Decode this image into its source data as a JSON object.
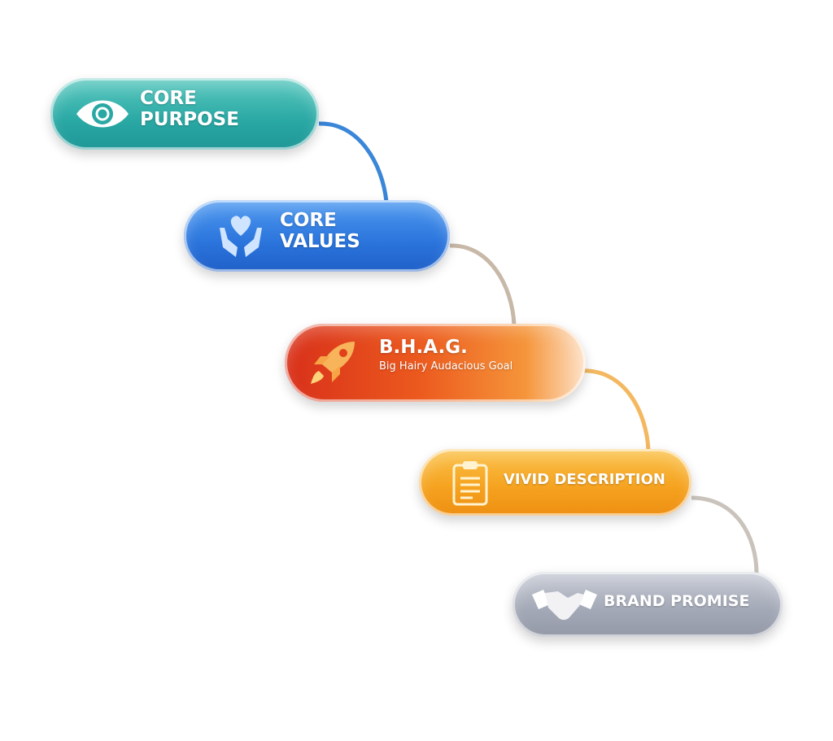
{
  "steps": [
    {
      "title_line1": "CORE",
      "title_line2": "PURPOSE",
      "icon": "eye-icon",
      "color": "#29a8a4"
    },
    {
      "title_line1": "CORE",
      "title_line2": "VALUES",
      "icon": "heart-hands-icon",
      "color": "#2a74dc"
    },
    {
      "title": "B.H.A.G.",
      "subtitle": "Big Hairy Audacious Goal",
      "icon": "rocket-icon",
      "color": "#ec5a1e"
    },
    {
      "title": "VIVID DESCRIPTION",
      "icon": "clipboard-icon",
      "color": "#f5a11e"
    },
    {
      "title": "BRAND PROMISE",
      "icon": "handshake-icon",
      "color": "#a3a8b6"
    }
  ]
}
